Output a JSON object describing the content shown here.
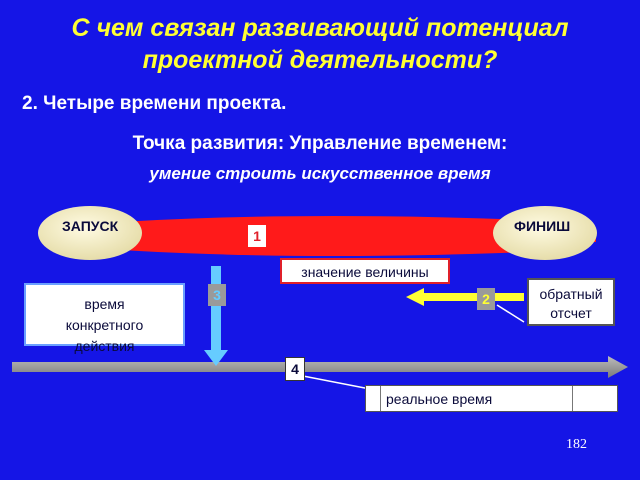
{
  "slide": {
    "title": "С чем связан развивающий потенциал проектной деятельности?",
    "subtitle": "2. Четыре времени проекта.",
    "focus": "Точка развития: Управление временем:",
    "focus_italic": "умение строить искусственное время",
    "page_number": "182"
  },
  "diagram": {
    "start_label": "ЗАПУСК",
    "finish_label": "ФИНИШ",
    "markers": [
      "1",
      "2",
      "3",
      "4"
    ],
    "boxes": {
      "value": "значение величины",
      "concrete_action": "время конкретного действия",
      "countdown": "обратный отсчет",
      "real_time": "реальное время"
    },
    "colors": {
      "background": "#1515e6",
      "bar": "#ff1a1a",
      "ellipse": "#f3ecc0",
      "arrow_yellow": "#ffff33",
      "arrow_cyan": "#66ccff",
      "timeline": "#9a9a9a",
      "box_border_red": "#e0202a",
      "box_border_blue": "#6aa0ff"
    }
  }
}
